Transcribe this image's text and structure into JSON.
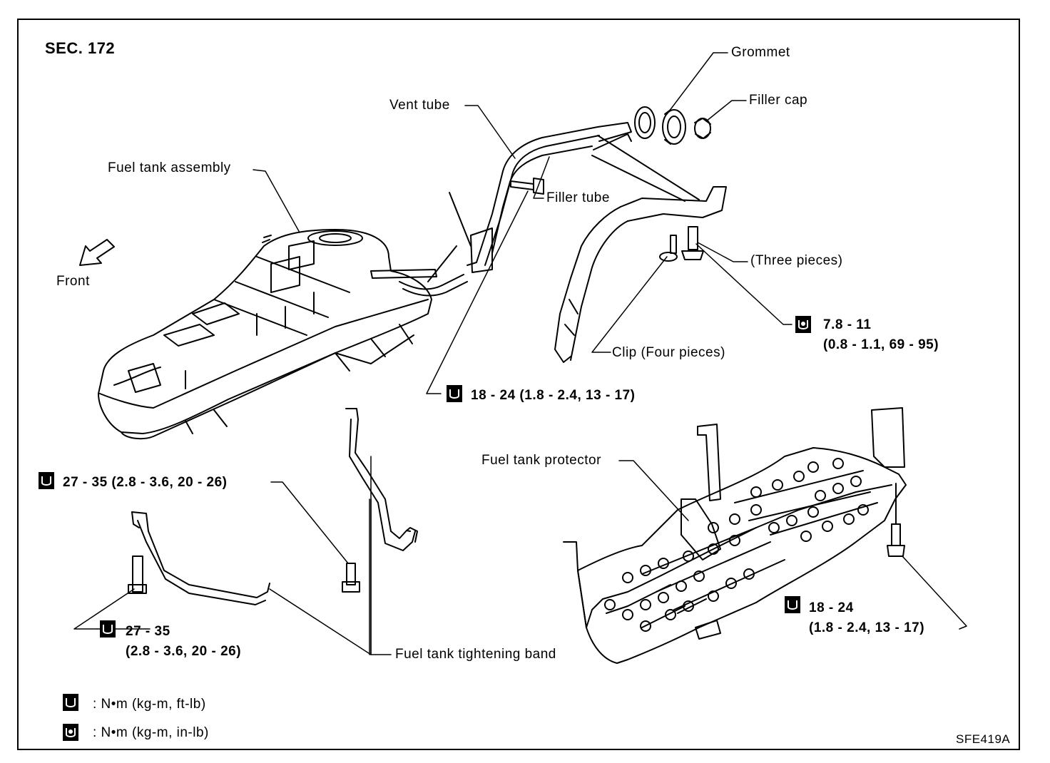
{
  "section": "SEC. 172",
  "figure_code": "SFE419A",
  "labels": {
    "grommet": "Grommet",
    "filler_cap": "Filler cap",
    "vent_tube": "Vent tube",
    "fuel_tank_assembly": "Fuel tank assembly",
    "filler_tube": "Filler tube",
    "front": "Front",
    "three_pieces": "(Three pieces)",
    "clip_four_pieces": "Clip (Four pieces)",
    "fuel_tank_protector": "Fuel tank protector",
    "fuel_tank_tightening_band": "Fuel tank tightening band"
  },
  "torques": {
    "filler_bolts": {
      "line1": "7.8 - 11",
      "line2": "(0.8 - 1.1, 69 - 95)",
      "icon": "torque-inlb-icon"
    },
    "vent_bracket": {
      "line1": "18 - 24 (1.8 - 2.4, 13 - 17)",
      "icon": "torque-ftlb-icon"
    },
    "band_upper": {
      "line1": "27 - 35 (2.8 - 3.6, 20 - 26)",
      "icon": "torque-ftlb-icon"
    },
    "band_lower": {
      "line1": "27 - 35",
      "line2": "(2.8 - 3.6, 20 - 26)",
      "icon": "torque-ftlb-icon"
    },
    "protector": {
      "line1": "18 - 24",
      "line2": "(1.8 - 2.4, 13 - 17)",
      "icon": "torque-ftlb-icon"
    }
  },
  "legend": [
    {
      "icon": "torque-ftlb-icon",
      "text": ": N•m (kg-m, ft-lb)"
    },
    {
      "icon": "torque-inlb-icon",
      "text": ": N•m (kg-m, in-lb)"
    }
  ]
}
